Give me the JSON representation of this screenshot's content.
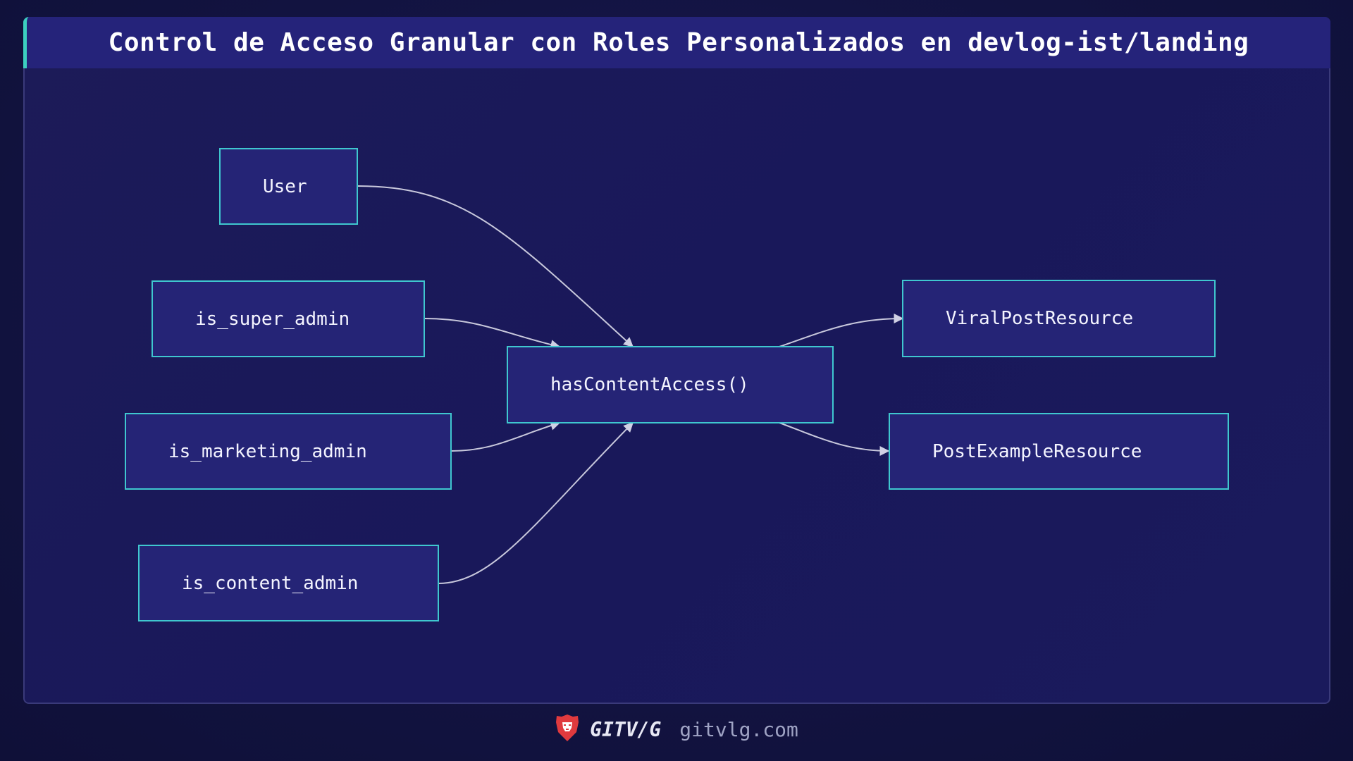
{
  "title": "Control de Acceso Granular con Roles Personalizados en devlog-ist/landing",
  "nodes": {
    "user": "User",
    "is_super_admin": "is_super_admin",
    "is_marketing_admin": "is_marketing_admin",
    "is_content_admin": "is_content_admin",
    "has_content_access": "hasContentAccess()",
    "viral_post_resource": "ViralPostResource",
    "post_example_resource": "PostExampleResource"
  },
  "edges": [
    {
      "from": "User",
      "to": "hasContentAccess()"
    },
    {
      "from": "is_super_admin",
      "to": "hasContentAccess()"
    },
    {
      "from": "is_marketing_admin",
      "to": "hasContentAccess()"
    },
    {
      "from": "is_content_admin",
      "to": "hasContentAccess()"
    },
    {
      "from": "hasContentAccess()",
      "to": "ViralPostResource"
    },
    {
      "from": "hasContentAccess()",
      "to": "PostExampleResource"
    }
  ],
  "colors": {
    "node_fill": "#252476",
    "node_border": "#3fc7cf",
    "edge": "#c8c8dc",
    "title_accent": "#3ccfc0",
    "logo": "#e03a3e"
  },
  "footer": {
    "logo_icon": "lion-shield-icon",
    "brand": "GITV/G",
    "site": "gitvlg.com"
  }
}
